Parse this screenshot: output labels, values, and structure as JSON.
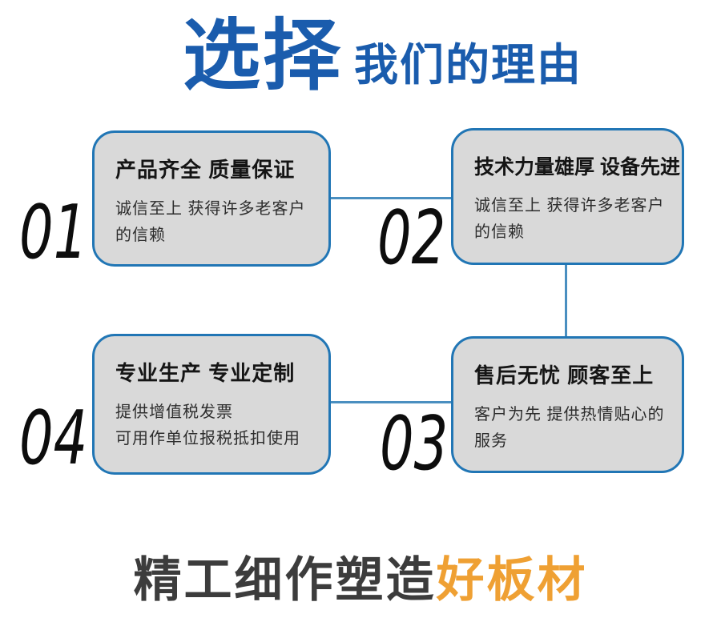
{
  "header": {
    "title_main": "选择",
    "title_sub": "我们的理由"
  },
  "cards": [
    {
      "number": "01",
      "title": "产品齐全 质量保证",
      "line1": "诚信至上 获得许多老客户",
      "line2": "的信赖"
    },
    {
      "number": "02",
      "title": "技术力量雄厚 设备先进",
      "line1": "诚信至上 获得许多老客户",
      "line2": "的信赖"
    },
    {
      "number": "03",
      "title": "售后无忧 顾客至上",
      "line1": "客户为先 提供热情贴心的",
      "line2": "服务"
    },
    {
      "number": "04",
      "title": "专业生产 专业定制",
      "line1": "提供增值税发票",
      "line2": "可用作单位报税抵扣使用"
    }
  ],
  "footer": {
    "slogan_dark": "精工细作塑造",
    "slogan_accent": "好板材"
  },
  "colors": {
    "heading_blue": "#1a5cad",
    "card_border_blue": "#2176b5",
    "connector_blue": "#4a8fc0",
    "card_background": "#d9d9d9",
    "slogan_dark": "#3c3c3c",
    "slogan_accent_orange": "#efa033"
  }
}
